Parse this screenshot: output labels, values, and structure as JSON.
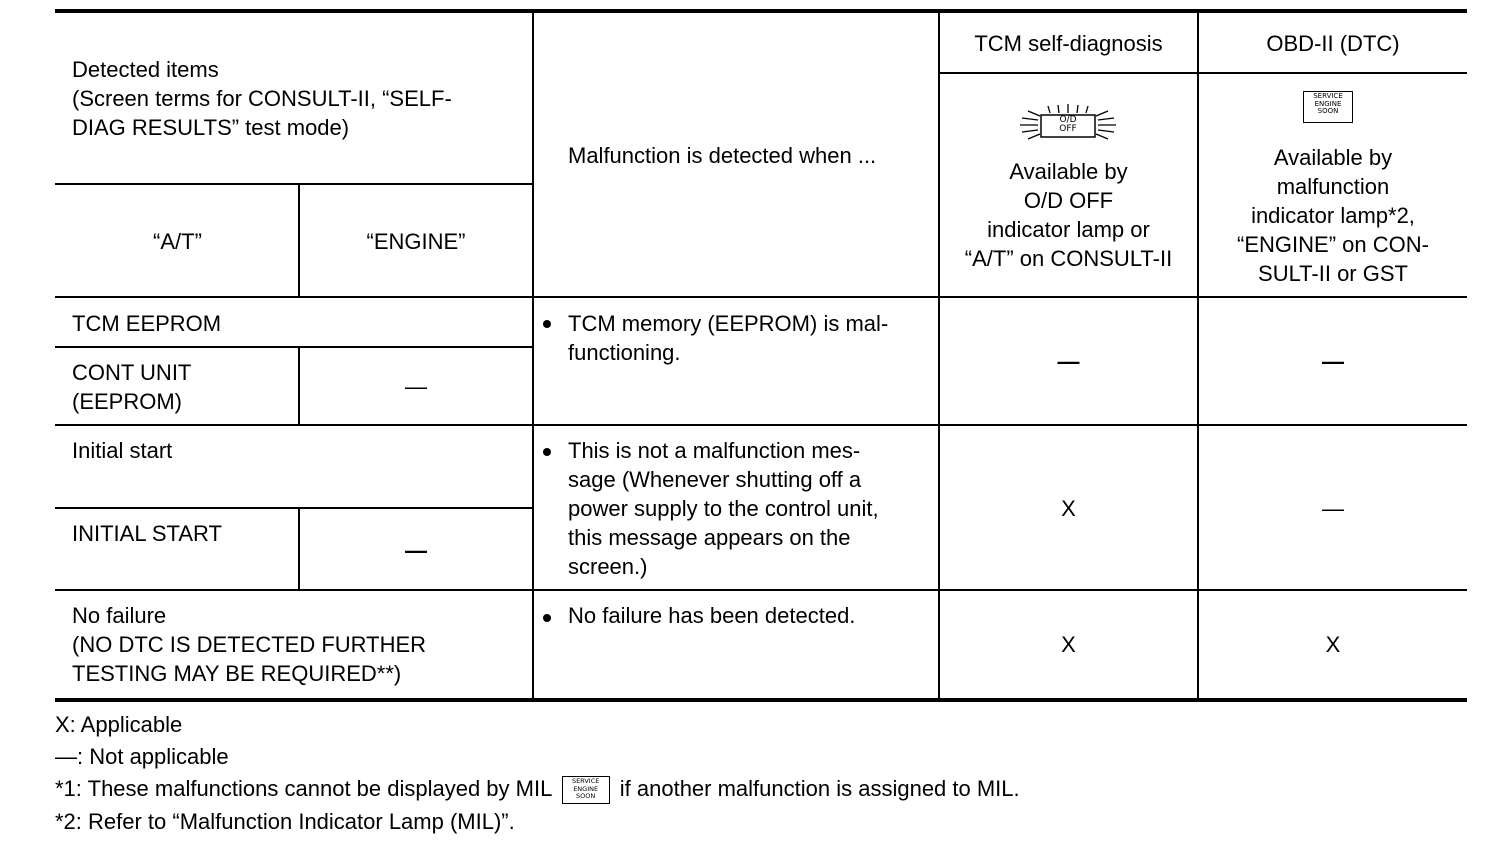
{
  "header": {
    "detected_items_line1": "Detected items",
    "detected_items_line2": "(Screen terms for CONSULT-II, “SELF-",
    "detected_items_line3": "DIAG RESULTS” test mode)",
    "at_label": "“A/T”",
    "engine_label": "“ENGINE”",
    "malfunction_label": "Malfunction is detected when ...",
    "tcm_self_diag": "TCM self-diagnosis",
    "obd_label": "OBD-II (DTC)",
    "od_icon_text_1": "O/D",
    "od_icon_text_2": "OFF",
    "ses_icon_lines": [
      "SERVICE",
      "ENGINE",
      "SOON"
    ],
    "tcm_avail": [
      "Available by",
      "O/D OFF",
      "indicator lamp or",
      "“A/T” on CONSULT-II"
    ],
    "obd_avail": [
      "Available by",
      "malfunction",
      "indicator lamp*2,",
      "“ENGINE” on CON-",
      "SULT-II or GST"
    ]
  },
  "rows": [
    {
      "at_item": "TCM EEPROM",
      "engine_item": "CONT UNIT",
      "engine_item_2": "(EEPROM)",
      "engine_value": "—",
      "condition": [
        "TCM memory (EEPROM) is mal-",
        "functioning."
      ],
      "tcm": "—",
      "obd": "—"
    },
    {
      "at_item": "Initial start",
      "engine_item": "INITIAL START",
      "engine_value": "—",
      "condition": [
        "This is not a malfunction mes-",
        "sage (Whenever shutting off a",
        "power supply to the control unit,",
        "this message appears on the",
        "screen.)"
      ],
      "tcm": "X",
      "obd": "—"
    },
    {
      "item": [
        "No failure",
        "(NO DTC IS DETECTED FURTHER",
        "TESTING MAY BE REQUIRED**)"
      ],
      "condition": [
        "No failure has been detected."
      ],
      "tcm": "X",
      "obd": "X"
    }
  ],
  "notes": {
    "applicable": "X: Applicable",
    "not_applicable": "—: Not applicable",
    "note1_before": "*1: These malfunctions cannot be displayed by MIL",
    "note1_after": "if another malfunction is assigned to MIL.",
    "note2": "*2: Refer to “Malfunction Indicator Lamp (MIL)”."
  }
}
